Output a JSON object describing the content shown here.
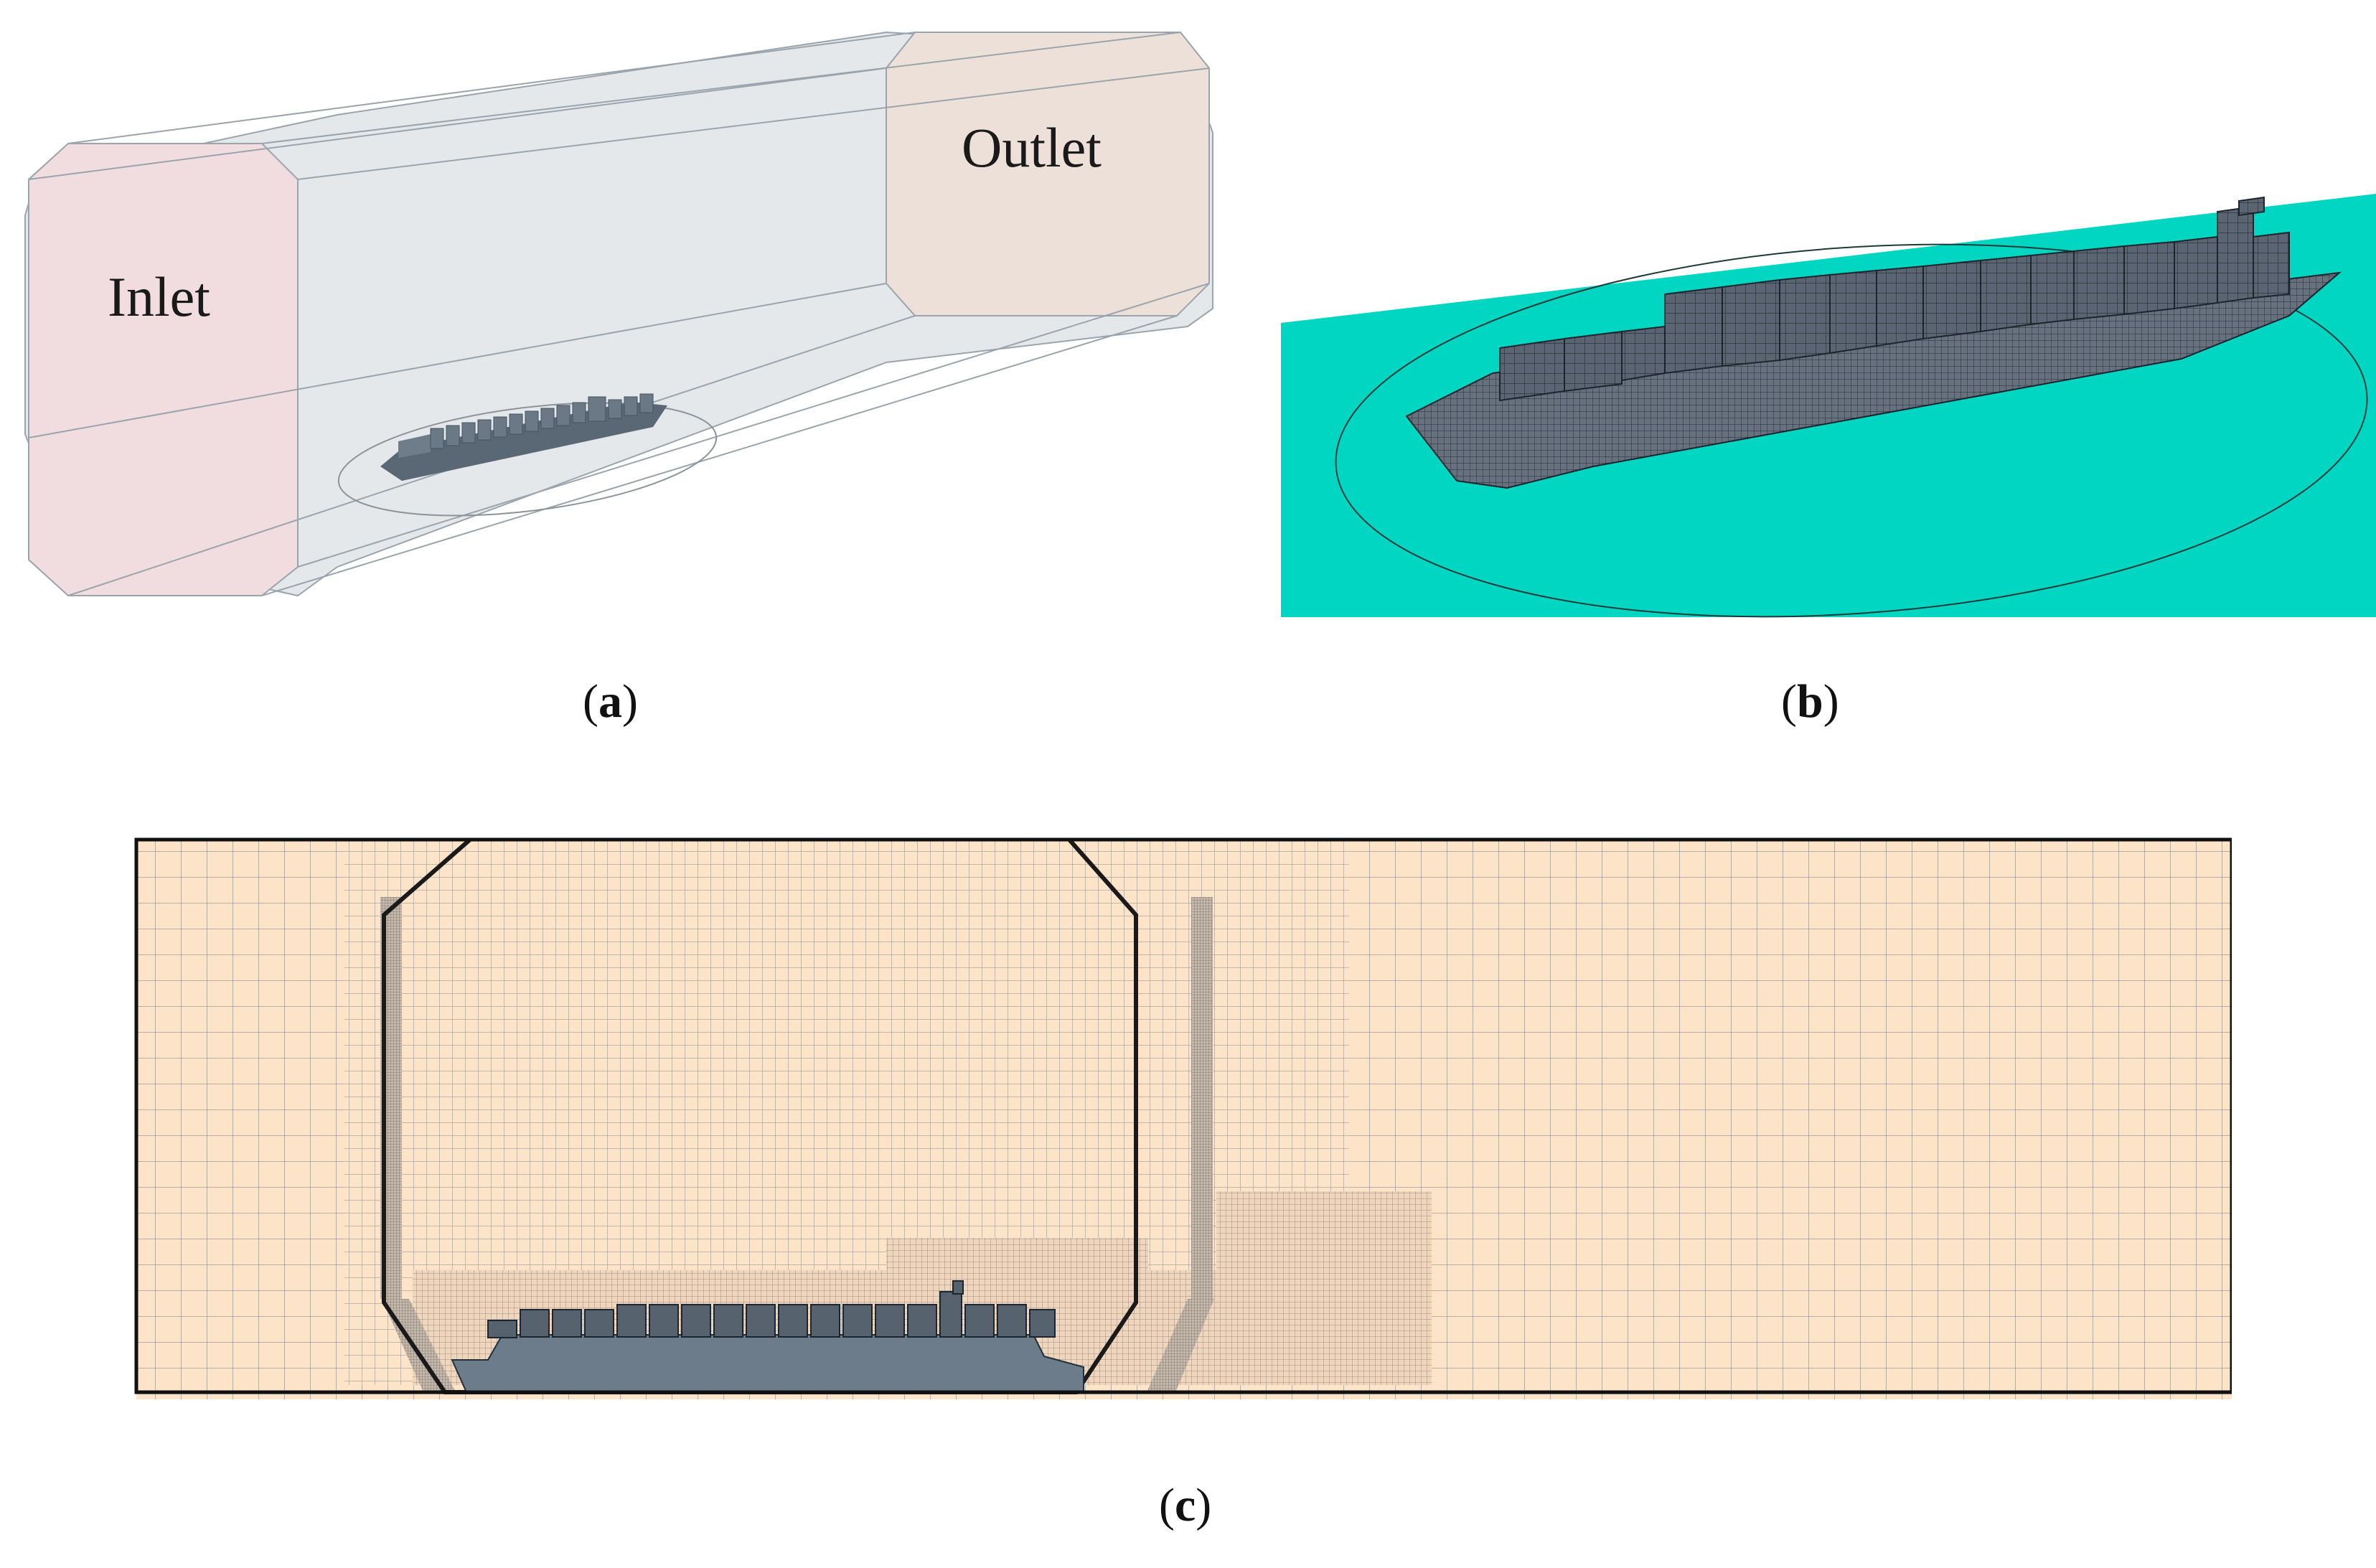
{
  "panel_a": {
    "inlet_label": "Inlet",
    "outlet_label": "Outlet",
    "caption_letter": "a"
  },
  "panel_b": {
    "caption_letter": "b"
  },
  "panel_c": {
    "caption_letter": "c"
  },
  "colors": {
    "domain_fill": "#dfe4e8",
    "inlet_fill": "#f1dddf",
    "outlet_fill": "#ece0d8",
    "hull": "#4f5d6b",
    "sea": "#00d6c1",
    "mesh_background": "#fde3c8",
    "mesh_line": "#a8a8a8",
    "mesh_dark": "#202020"
  }
}
